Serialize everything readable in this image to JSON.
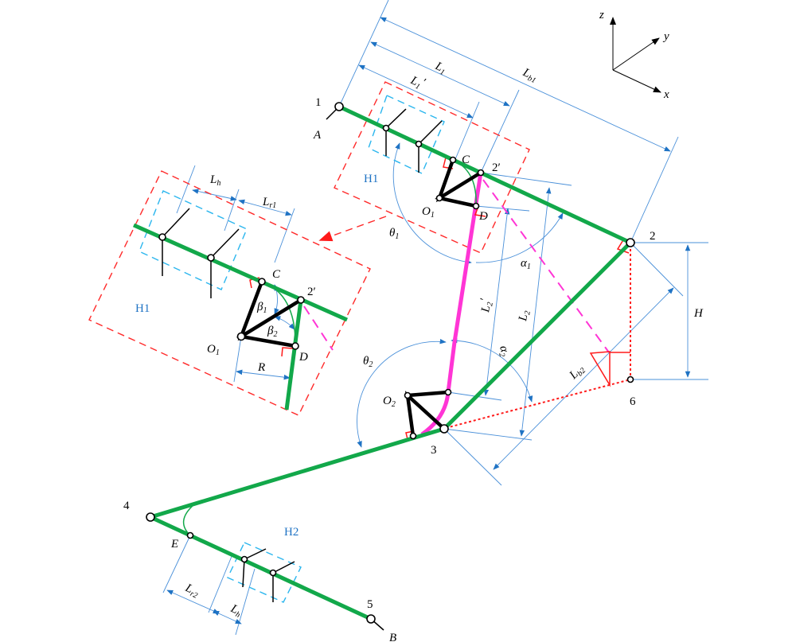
{
  "labels": {
    "p1": "1",
    "A": "A",
    "L1": "L",
    "L1_sub": "1",
    "L1p": "L",
    "L1p_sub": "1",
    "Lb1": "L",
    "Lb1_sub": "b1",
    "z": "z",
    "y": "y",
    "x": "x",
    "C": "C",
    "p2prime": "2′",
    "H1": "H1",
    "O1": "O",
    "O1_sub": "1",
    "D": "D",
    "theta1": "θ",
    "theta1_sub": "1",
    "alpha1": "α",
    "alpha1_sub": "1",
    "p2": "2",
    "H": "H",
    "Lh": "L",
    "Lh_sub": "h",
    "Lr1": "L",
    "Lr1_sub": "r1",
    "inset_C": "C",
    "inset_2prime": "2′",
    "beta1": "β",
    "beta1_sub": "1",
    "beta2": "β",
    "beta2_sub": "2",
    "inset_O1": "O",
    "inset_O1_sub": "1",
    "inset_D": "D",
    "R": "R",
    "inset_H1": "H1",
    "theta2": "θ",
    "theta2_sub": "2",
    "alpha2": "α",
    "alpha2_sub": "2",
    "L2p": "L",
    "L2p_sub": "2",
    "L2": "L",
    "L2_sub": "2",
    "Lb2": "L",
    "Lb2_sub": "b2",
    "p6": "6",
    "O2": "O",
    "O2_sub": "2",
    "p3": "3",
    "p4": "4",
    "E": "E",
    "H2": "H2",
    "Lr2": "L",
    "Lr2_sub": "r2",
    "Lh2": "L",
    "Lh2_sub": "h",
    "p5": "5",
    "B": "B"
  },
  "colors": {
    "link": "#12a84a",
    "tendon": "#ff35d5",
    "zoom_box": "#ff2a2a",
    "hinge_box": "#2bb6ee",
    "dimension": "#4a90d9"
  }
}
